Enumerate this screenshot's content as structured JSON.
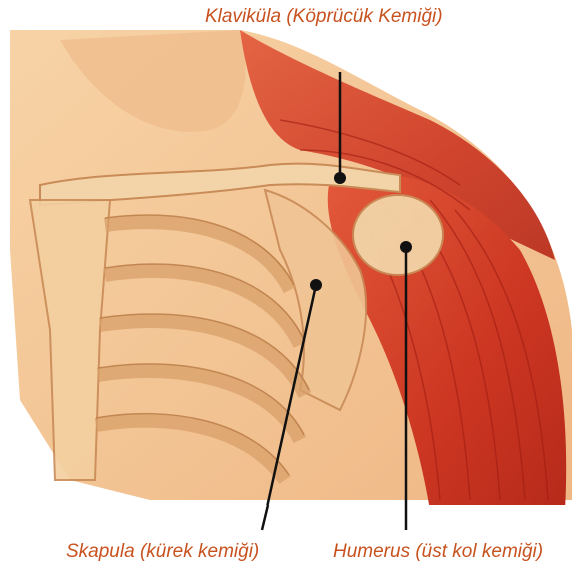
{
  "labels": {
    "clavicle": "Klaviküla (Köprücük Kemiği)",
    "scapula": "Skapula (kürek kemiği)",
    "humerus": "Humerus (üst kol kemiği)"
  },
  "colors": {
    "label_text": "#c8521f",
    "skin": "#f6c99a",
    "muscle": "#d6402a",
    "bone": "#f3d4a8",
    "pointer": "#111111"
  }
}
